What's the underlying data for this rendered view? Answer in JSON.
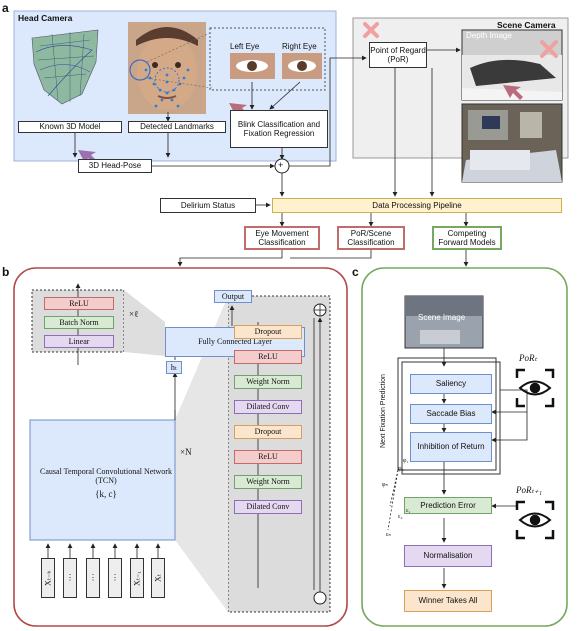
{
  "panels": {
    "a": "a",
    "b": "b",
    "c": "c"
  },
  "head_camera": {
    "title": "Head Camera",
    "left_eye": "Left Eye",
    "right_eye": "Right Eye",
    "known_model": "Known 3D Model",
    "detected_landmarks": "Detected Landmarks",
    "blink": "Blink Classification and Fixation Regression",
    "head_pose": "3D Head-Pose",
    "sum": "+"
  },
  "scene_camera": {
    "title": "Scene Camera",
    "por": "Point of Regard (PoR)",
    "depth": "Depth Image"
  },
  "pipeline": {
    "delirium": "Delirium Status",
    "processing": "Data Processing Pipeline",
    "eye_movement": "Eye Movement Classification",
    "por_scene": "PoR/Scene Classification",
    "competing": "Competing Forward Models"
  },
  "tcn": {
    "relu": "ReLU",
    "batch_norm": "Batch Norm",
    "linear": "Linear",
    "times_l": "×ℓ",
    "output": "Output",
    "fc": "Fully Connected Layer",
    "ht": "hₜ",
    "tcn_label": "Causal Temporal Convolutional Network (TCN)",
    "tcn_params": "{k, c}",
    "times_n": "×N",
    "block": [
      "Dropout",
      "ReLU",
      "Weight Norm",
      "Dilated Conv",
      "Dropout",
      "ReLU",
      "Weight Norm",
      "Dilated Conv"
    ],
    "inputs": [
      "Xₜ₋ₖ",
      "⋮",
      "⋮",
      "⋮",
      "Xₜ₋₁",
      "Xₜ"
    ]
  },
  "forward_model": {
    "scene_image": "Scene Image",
    "saliency": "Saliency",
    "saccade_bias": "Saccade Bias",
    "inhibition": "Inhibition of Return",
    "next_fixation": "Next Fixation Prediction",
    "phi1": "φ₁",
    "phi2": "φ₂",
    "phin": "φₙ",
    "eps1": "ε₁",
    "eps2": "ε₂",
    "epsn": "εₙ",
    "por_t": "PoRₜ",
    "por_t1": "PoRₜ₊₁",
    "prediction_error": "Prediction Error",
    "normalisation": "Normalisation",
    "winner": "Winner Takes All"
  },
  "colors": {
    "blue": "#dce8fb",
    "red": "#c26b6b",
    "green": "#6fa36b",
    "pink_x": "#f0a0a0",
    "arrow_purple": "#9b6fb0"
  }
}
